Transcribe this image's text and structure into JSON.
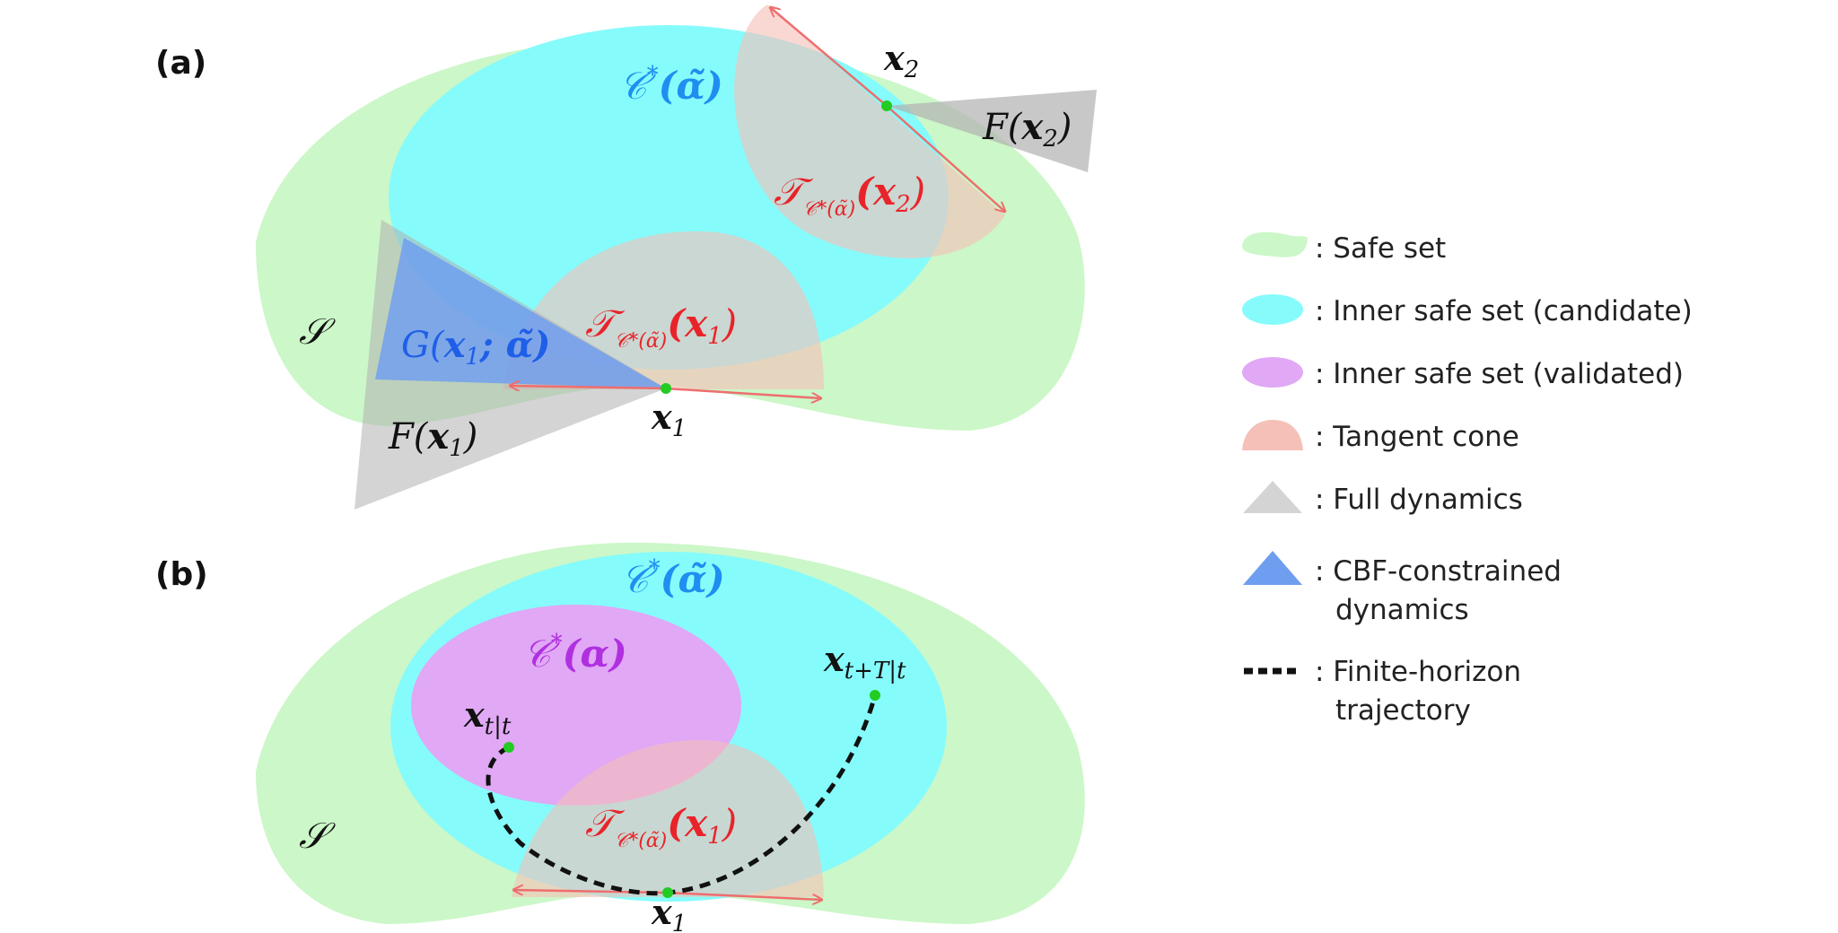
{
  "panels": {
    "a": {
      "label": "(a)",
      "safe_set": "𝒮",
      "inner_candidate": {
        "base": "𝒞",
        "sup": "*",
        "arg": "(α̃)"
      },
      "tangent_x2": {
        "base": "𝒯",
        "sub": "𝒞*(α̃)",
        "arg": "(x",
        "arg_sub": "2",
        "close": ")"
      },
      "tangent_x1": {
        "base": "𝒯",
        "sub": "𝒞*(α̃)",
        "arg": "(x",
        "arg_sub": "1",
        "close": ")"
      },
      "full_dyn_x2": {
        "base": "F(",
        "var": "x",
        "sub": "2",
        "close": ")"
      },
      "full_dyn_x1": {
        "base": "F(",
        "var": "x",
        "sub": "1",
        "close": ")"
      },
      "cbf_dyn_x1": {
        "base": "G(",
        "var": "x",
        "sub": "1",
        "rest": "; α̃)"
      },
      "point_x1": {
        "var": "x",
        "sub": "1"
      },
      "point_x2": {
        "var": "x",
        "sub": "2"
      }
    },
    "b": {
      "label": "(b)",
      "safe_set": "𝒮",
      "inner_candidate": {
        "base": "𝒞",
        "sup": "*",
        "arg": "(α̃)"
      },
      "inner_validated": {
        "base": "𝒞",
        "sup": "*",
        "arg": "(α)"
      },
      "tangent_x1": {
        "base": "𝒯",
        "sub": "𝒞*(α̃)",
        "arg": "(x",
        "arg_sub": "1",
        "close": ")"
      },
      "point_start": {
        "var": "x",
        "sub": "t|t"
      },
      "point_end": {
        "var": "x",
        "sub": "t+T|t"
      },
      "point_x1": {
        "var": "x",
        "sub": "1"
      }
    }
  },
  "legend": [
    {
      "swatch": "safe",
      "label": ": Safe set"
    },
    {
      "swatch": "candidate",
      "label": ": Inner safe set (candidate)"
    },
    {
      "swatch": "validated",
      "label": ": Inner safe set (validated)"
    },
    {
      "swatch": "tangent",
      "label": ": Tangent cone"
    },
    {
      "swatch": "full",
      "label": ": Full dynamics"
    },
    {
      "swatch": "cbf",
      "label": ": CBF-constrained",
      "label2": "dynamics"
    },
    {
      "swatch": "trajectory",
      "label": ": Finite-horizon",
      "label2": "trajectory"
    }
  ],
  "colors": {
    "safe": "#ccf7c8",
    "candidate": "#86fbfb",
    "validated": "#e0a8f5",
    "tangent": "#f5c0b8",
    "full": "#d4d4d4",
    "cbf": "#6f9ef0",
    "arrow": "#ee6e6e",
    "point": "#22cc22",
    "red_text": "#e8242a",
    "blue_text": "#1e8ef0",
    "purple_text": "#b030e0",
    "dark_blue_text": "#1f5fe8"
  }
}
